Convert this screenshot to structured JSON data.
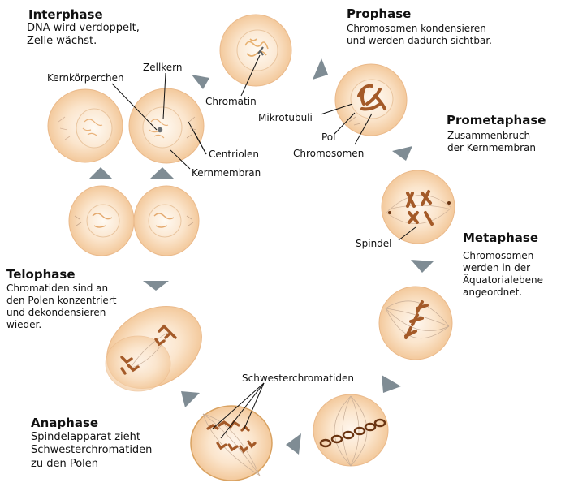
{
  "colors": {
    "cell_fill": "#f7d7b4",
    "cell_inner": "#fdf0e2",
    "cell_edge": "#e8b98c",
    "chromosome": "#a45a28",
    "chromosome_dark": "#6b3512",
    "arrow": "#7f8c94",
    "leader": "#111111"
  },
  "phases": {
    "interphase": {
      "title": "Interphase",
      "desc": "DNA wird verdoppelt,\nZelle wächst."
    },
    "prophase": {
      "title": "Prophase",
      "desc": "Chromosomen kondensieren\nund werden dadurch sichtbar."
    },
    "prometaphase": {
      "title": "Prometaphase",
      "desc": "Zusammenbruch\nder Kernmembran"
    },
    "metaphase": {
      "title": "Metaphase",
      "desc": "Chromosomen\nwerden in der\nÄquatorialebene\nangeordnet."
    },
    "anaphase": {
      "title": "Anaphase",
      "desc": "Spindelapparat zieht\nSchwesterchromatiden\nzu den Polen"
    },
    "telophase": {
      "title": "Telophase",
      "desc": "Chromatiden sind an\nden Polen konzentriert\nund dekondensieren\nwieder."
    }
  },
  "labels": {
    "zellkern": "Zellkern",
    "kernkoerperchen": "Kernkörperchen",
    "centriolen": "Centriolen",
    "kernmembran": "Kernmembran",
    "chromatin": "Chromatin",
    "mikrotubuli": "Mikrotubuli",
    "pol": "Pol",
    "chromosomen": "Chromosomen",
    "spindel": "Spindel",
    "schwesterchromatiden": "Schwesterchromatiden"
  }
}
